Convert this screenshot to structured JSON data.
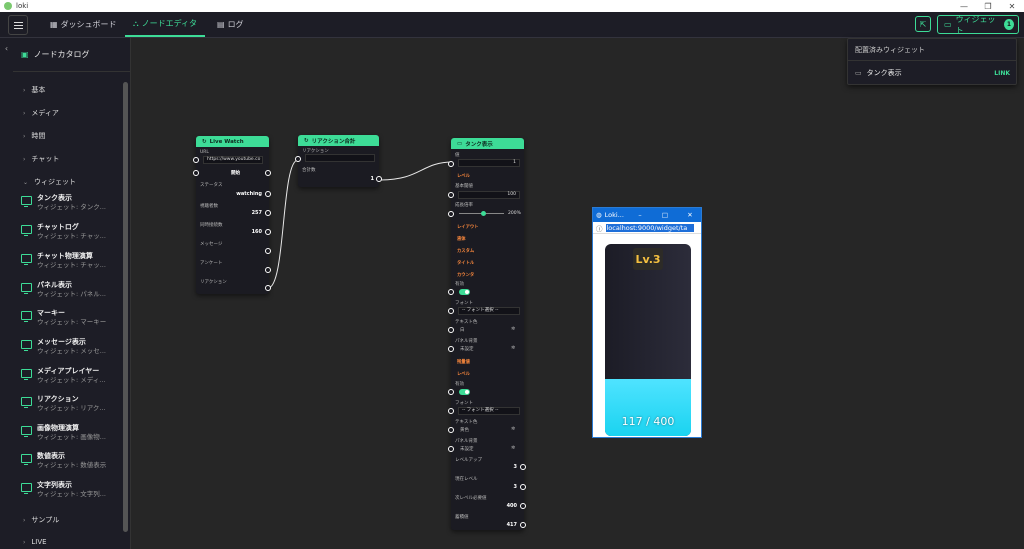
{
  "window": {
    "title": "loki"
  },
  "tabs": [
    {
      "label": "ダッシュボード"
    },
    {
      "label": "ノードエディタ"
    },
    {
      "label": "ログ"
    }
  ],
  "widget_button": {
    "label": "ウィジェット",
    "count": "1"
  },
  "sidebar": {
    "title": "ノードカタログ",
    "categories": [
      "基本",
      "メディア",
      "時間",
      "チャット",
      "ウィジェット",
      "サンプル",
      "LIVE"
    ],
    "items": [
      {
        "label": "タンク表示",
        "sub": "ウィジェット: タンク..."
      },
      {
        "label": "チャットログ",
        "sub": "ウィジェット: チャッ..."
      },
      {
        "label": "チャット物理演算",
        "sub": "ウィジェット: チャッ..."
      },
      {
        "label": "パネル表示",
        "sub": "ウィジェット: パネル..."
      },
      {
        "label": "マーキー",
        "sub": "ウィジェット: マーキー"
      },
      {
        "label": "メッセージ表示",
        "sub": "ウィジェット: メッセ..."
      },
      {
        "label": "メディアプレイヤー",
        "sub": "ウィジェット: メディ..."
      },
      {
        "label": "リアクション",
        "sub": "ウィジェット: リアク..."
      },
      {
        "label": "画像物理演算",
        "sub": "ウィジェット: 画像物..."
      },
      {
        "label": "数値表示",
        "sub": "ウィジェット: 数値表示"
      },
      {
        "label": "文字列表示",
        "sub": "ウィジェット: 文字列..."
      }
    ]
  },
  "nodes": {
    "live_watch": {
      "title": "Live Watch",
      "url_label": "URL",
      "url_value": "https://www.youtube.co",
      "start_label": "開始",
      "status_label": "ステータス",
      "status_value": "watching",
      "viewers_label": "視聴者数",
      "viewers_value": "257",
      "elapsed_label": "同時接続数",
      "elapsed_value": "160",
      "message_label": "メッセージ",
      "survey_label": "アンケート",
      "reaction_label": "リアクション"
    },
    "reaction_sum": {
      "title": "リアクション合計",
      "in_label": "リアクション",
      "total_label": "合計数",
      "total_value": "1"
    },
    "tank": {
      "title": "タンク表示",
      "value_label": "値",
      "value": "1",
      "sec_level": "レベル",
      "base_label": "基本閾値",
      "base_value": "100",
      "growth_label": "成長倍率",
      "growth_value": "200%",
      "sec_layout": "レイアウト",
      "sec_fluid": "液体",
      "sec_custom": "カスタム",
      "sec_title": "タイトル",
      "sec_counter": "カウンタ",
      "enable_label": "有効",
      "font_label": "フォント",
      "font_option": "-- フォント選択 --",
      "text_color_label": "テキスト色",
      "text_color_value": "白",
      "panel_color_label": "パネル背景",
      "panel_color_value": "未設定",
      "sec_remaining": "残量値",
      "sec_level2": "レベル",
      "enable2_label": "有効",
      "font2_label": "フォント",
      "font2_option": "-- フォント選択 --",
      "text_color2_label": "テキスト色",
      "text_color2_value": "黄色",
      "panel_color2_label": "パネル背景",
      "panel_color2_value": "未設定",
      "levelup_label": "レベルアップ",
      "levelup_value": "3",
      "current_level_label": "現在レベル",
      "current_level_value": "3",
      "next_label": "次レベル必要値",
      "next_value": "400",
      "total_label": "蓄積値",
      "total_value": "417"
    }
  },
  "preview": {
    "title": "Loki...",
    "url": "localhost:9000/widget/ta",
    "level": "Lv.3",
    "count": "117 / 400"
  },
  "dropdown": {
    "header": "配置済みウィジェット",
    "item_label": "タンク表示",
    "item_link": "LINK"
  },
  "colors": {
    "accent": "#3ddc97",
    "section": "#ff8a3d",
    "water": "#1ad3f0"
  }
}
